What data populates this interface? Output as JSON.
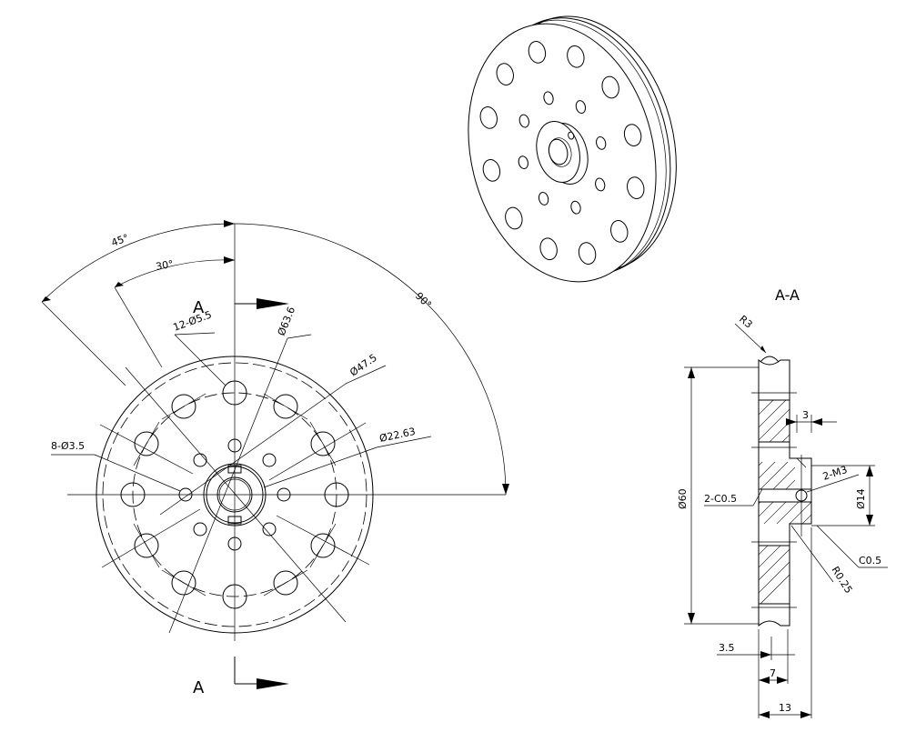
{
  "section": {
    "marker_top": "A",
    "marker_bottom": "A",
    "title": "A-A"
  },
  "front_view": {
    "angle_45": "45°",
    "angle_30": "30°",
    "angle_90": "90°",
    "holes_outer": "12-Ø5.5",
    "holes_inner": "8-Ø3.5",
    "dia_63_6": "Ø63.6",
    "dia_47_5": "Ø47.5",
    "dia_22_63": "Ø22.63"
  },
  "section_view": {
    "radius_groove": "R3",
    "dia_60": "Ø60",
    "dia_14": "Ø14",
    "width_3": "3",
    "thread": "2-M3",
    "chamfer_left": "2-C0.5",
    "chamfer_right": "C0.5",
    "fillet": "R0.25",
    "dim_3_5": "3.5",
    "dim_7": "7",
    "dim_13": "13"
  },
  "colors": {
    "line": "#000000",
    "background": "#ffffff"
  }
}
